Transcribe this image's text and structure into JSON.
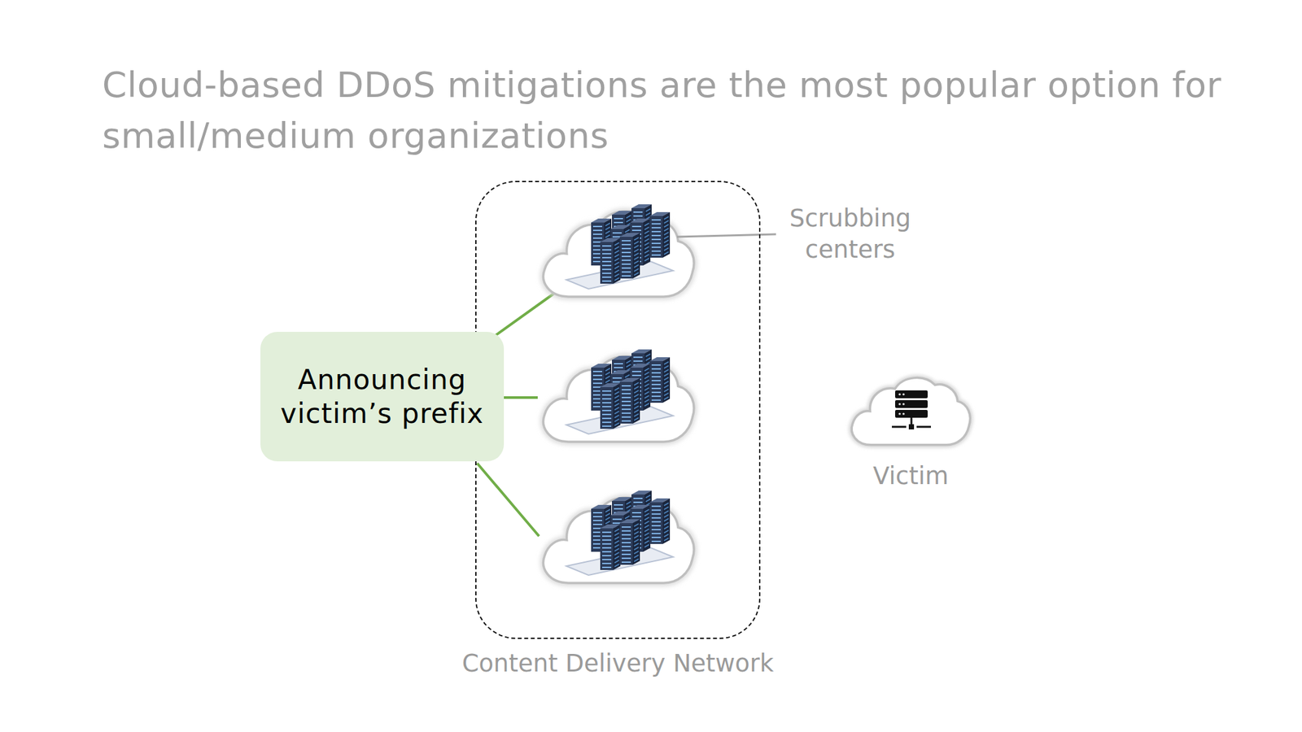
{
  "diagram": {
    "title": "Cloud-based DDoS mitigations are the most popular option for small/medium organizations",
    "nodes": [
      {
        "text": [
          "Content Delivery Network"
        ]
      },
      {
        "text": [
          "Announcing victim’s prefix"
        ]
      }
    ],
    "labels": [
      "Scrubbing centers",
      "Victim"
    ]
  }
}
